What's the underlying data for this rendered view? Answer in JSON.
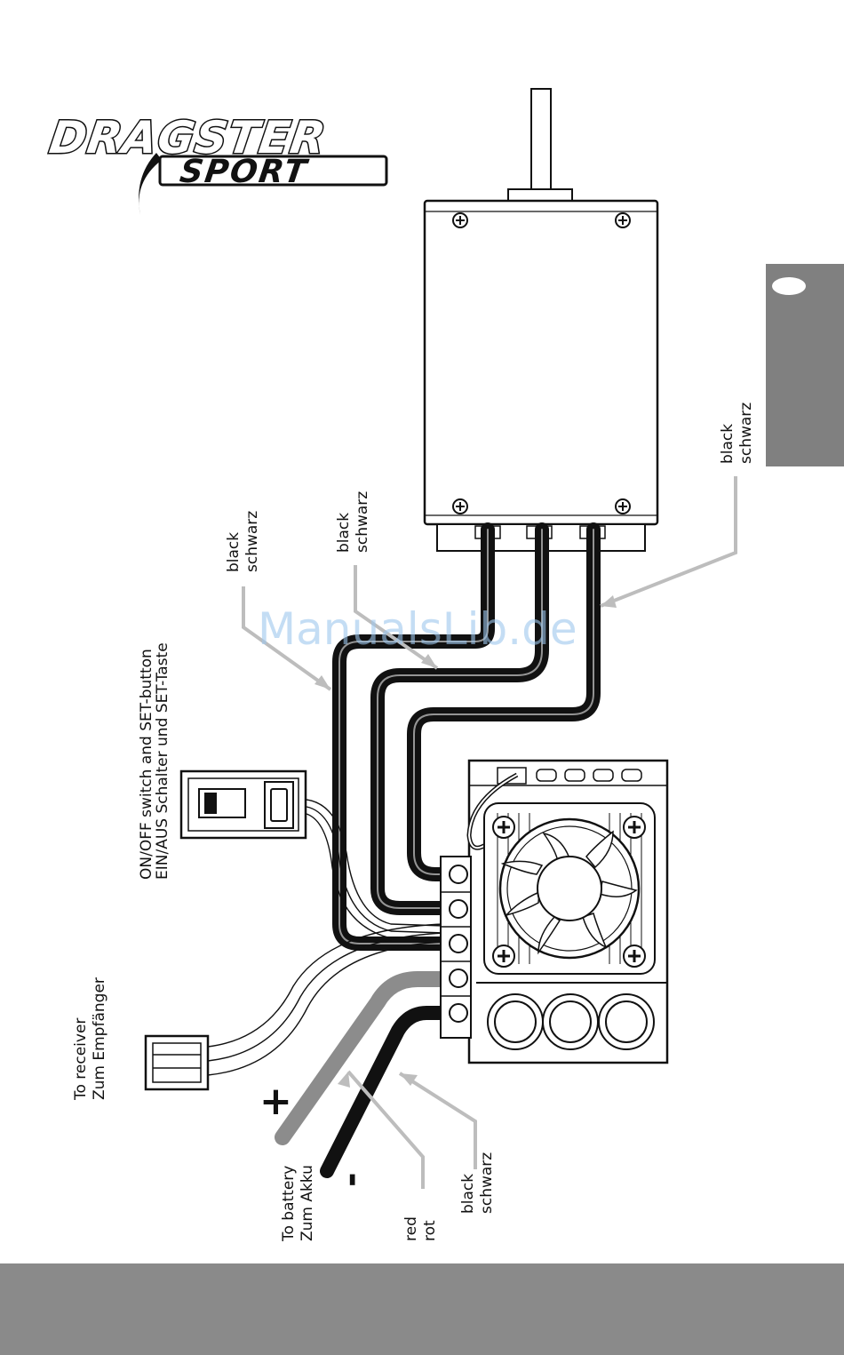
{
  "logo": {
    "line1": "DRAGSTER",
    "line2": "SPORT"
  },
  "labels": {
    "switch_en": "ON/OFF switch and SET-button",
    "switch_de": "EIN/AUS Schalter und SET-Taste",
    "wire1_en": "black",
    "wire1_de": "schwarz",
    "wire2_en": "black",
    "wire2_de": "schwarz",
    "wire3_en": "black",
    "wire3_de": "schwarz",
    "receiver_en": "To receiver",
    "receiver_de": "Zum Empfänger",
    "battery_en": "To battery",
    "battery_de": "Zum Akku",
    "red_en": "red",
    "red_de": "rot",
    "neg_en": "black",
    "neg_de": "schwarz",
    "plus": "+",
    "minus": "-"
  },
  "watermark": "ManualsLib.de",
  "colors": {
    "footer": "#8a8a8a",
    "side_tab": "#808080",
    "wire": "#111111",
    "red_wire": "#8c8c8c",
    "pointer": "#bdbdbd"
  }
}
